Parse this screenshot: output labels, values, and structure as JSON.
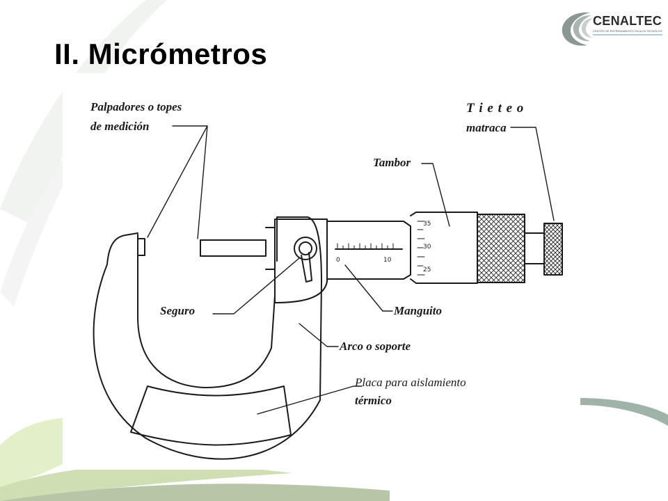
{
  "slide": {
    "title": "II. Micrómetros"
  },
  "logo": {
    "name": "CENALTEC",
    "subtitle": "CENTRO DE ENTRENAMIENTO EN ALTA TECNOLOGIA"
  },
  "diagram": {
    "labels": {
      "palpadores_line1": "Palpadores o topes",
      "palpadores_line2": "de medición",
      "trinquete_line1": "T i e t e o",
      "trinquete_line2": "matraca",
      "tambor": "Tambor",
      "seguro": "Seguro",
      "manguito": "Manguito",
      "arco": "Arco o soporte",
      "placa_line1": "Placa para aislamiento",
      "placa_line2": "térmico"
    },
    "scale": {
      "thimble_marks": [
        "35",
        "30",
        "25"
      ],
      "sleeve_marks": [
        "0",
        "10"
      ]
    }
  },
  "colors": {
    "title": "#000000",
    "accent_green": "#cfe3a0",
    "accent_gray": "#9aa6a2",
    "logo_blue": "#2f6fa8"
  }
}
